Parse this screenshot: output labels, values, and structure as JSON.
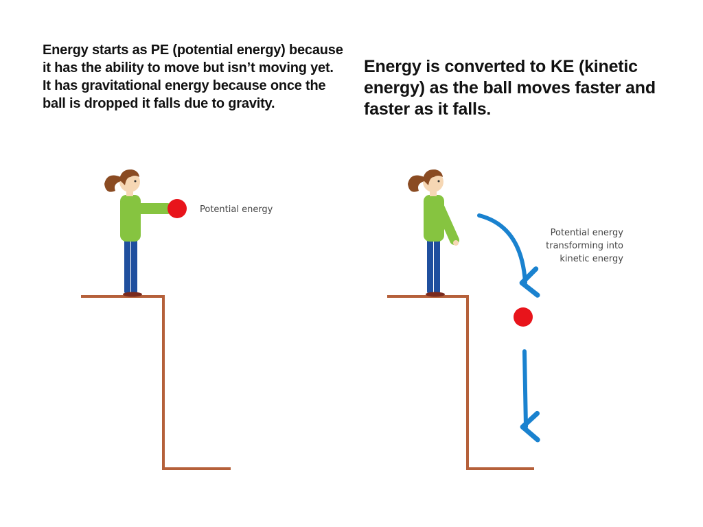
{
  "captions": {
    "left": "Energy starts as PE (potential energy) because it has the ability to move but isn’t moving yet. It has gravitational energy because once the ball is dropped it falls due to gravity.",
    "right": "Energy is converted to KE (kinetic energy) as the ball moves faster and faster as it falls."
  },
  "labels": {
    "potential": "Potential energy",
    "transform_line1": "Potential energy",
    "transform_line2": "transforming into",
    "transform_line3": "kinetic energy"
  },
  "colors": {
    "cliff": "#b5603a",
    "ball": "#e8141b",
    "arrow": "#1a82cf",
    "shirt": "#86c440",
    "pants": "#1f4f9e",
    "hair": "#8a4b22",
    "skin": "#f6d7b4"
  }
}
